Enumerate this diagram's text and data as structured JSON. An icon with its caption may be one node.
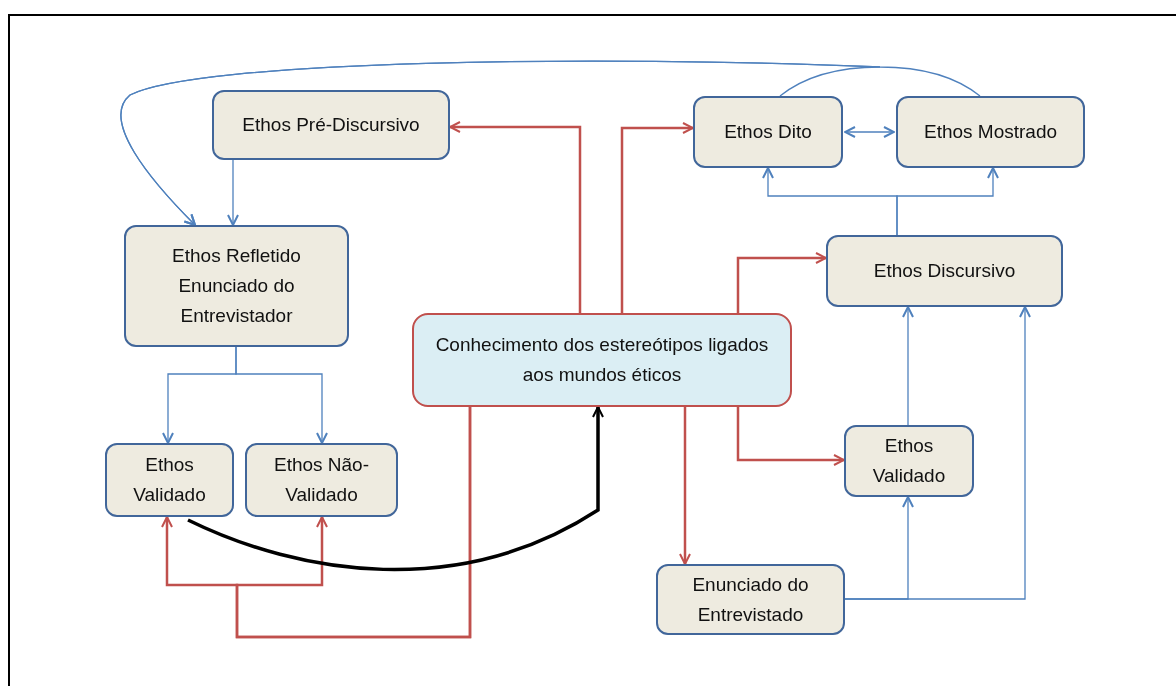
{
  "diagram": {
    "nodes": [
      {
        "text": [
          "Ethos Pré-Discursivo"
        ]
      },
      {
        "text": [
          "Ethos Dito"
        ]
      },
      {
        "text": [
          "Ethos Mostrado"
        ]
      },
      {
        "text": [
          "Ethos Refletido Enunciado do Entrevistador"
        ]
      },
      {
        "text": [
          "Conhecimento dos estereótipos ligados aos mundos éticos"
        ]
      },
      {
        "text": [
          "Ethos Discursivo"
        ]
      },
      {
        "text": [
          "Ethos Validado"
        ]
      },
      {
        "text": [
          "Ethos Não-Validado"
        ]
      },
      {
        "text": [
          "Ethos Validado"
        ]
      },
      {
        "text": [
          "Enunciado do Entrevistado"
        ]
      }
    ],
    "edges": [
      {
        "from": 0,
        "to": 3,
        "arrow": "to"
      },
      {
        "from": 1,
        "to": 3,
        "arrow": "to"
      },
      {
        "from": 2,
        "to": 3,
        "arrow": "to"
      },
      {
        "from": 1,
        "to": 2,
        "arrow": "both"
      },
      {
        "from": 5,
        "to": 1,
        "arrow": "to"
      },
      {
        "from": 5,
        "to": 2,
        "arrow": "to"
      },
      {
        "from": 3,
        "to": 6,
        "arrow": "to"
      },
      {
        "from": 3,
        "to": 7,
        "arrow": "to"
      },
      {
        "from": 8,
        "to": 5,
        "arrow": "to"
      },
      {
        "from": 9,
        "to": 8,
        "arrow": "to"
      },
      {
        "from": 9,
        "to": 5,
        "arrow": "to"
      },
      {
        "from": 4,
        "to": 0,
        "arrow": "to",
        "color": "#c0504d"
      },
      {
        "from": 4,
        "to": 1,
        "arrow": "to",
        "color": "#c0504d"
      },
      {
        "from": 4,
        "to": 5,
        "arrow": "to",
        "color": "#c0504d"
      },
      {
        "from": 4,
        "to": 8,
        "arrow": "to",
        "color": "#c0504d"
      },
      {
        "from": 4,
        "to": 9,
        "arrow": "to",
        "color": "#c0504d"
      },
      {
        "from": 4,
        "to": 6,
        "arrow": "to",
        "color": "#c0504d"
      },
      {
        "from": 4,
        "to": 7,
        "arrow": "to",
        "color": "#c0504d"
      },
      {
        "from": 6,
        "to": 4,
        "arrow": "to",
        "style": "thick",
        "color": "#000000"
      }
    ]
  }
}
